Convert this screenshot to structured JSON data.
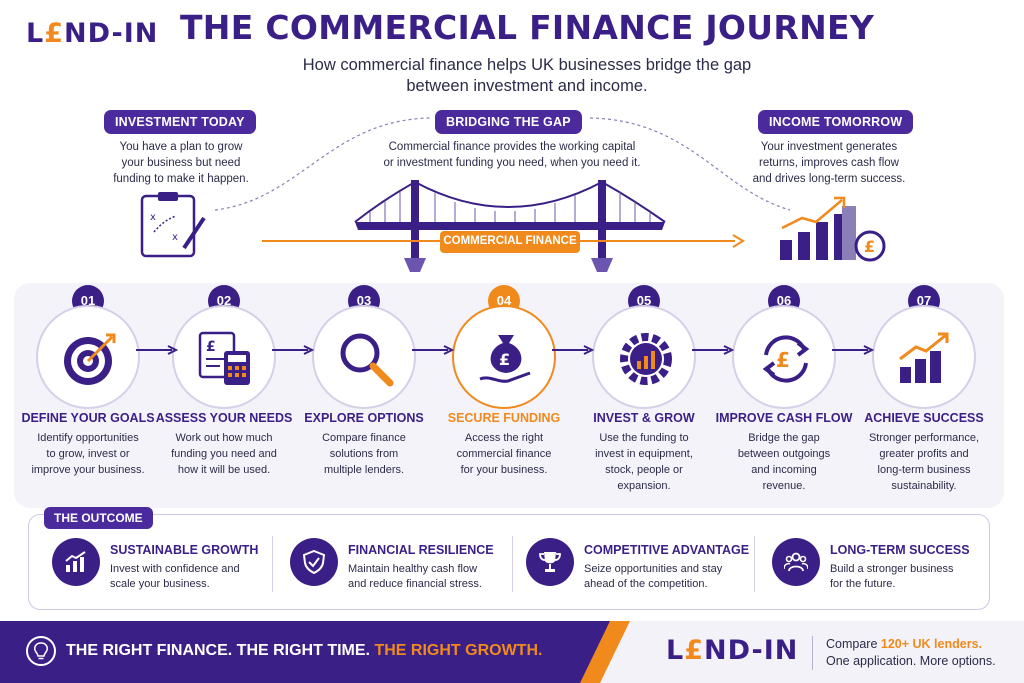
{
  "brand": {
    "logo_pre": "L",
    "logo_pound": "£",
    "logo_post": "ND-IN",
    "primary_color": "#3a1f86",
    "accent_color": "#f08a1c"
  },
  "header": {
    "title": "THE COMMERCIAL FINANCE JOURNEY",
    "subtitle_line1": "How commercial finance helps UK businesses bridge the gap",
    "subtitle_line2": "between investment and income."
  },
  "columns": {
    "left": {
      "label": "INVESTMENT TODAY",
      "lines": [
        "You have a plan to grow",
        "your business but need",
        "funding to make it happen."
      ],
      "icon": "clipboard-plan-icon"
    },
    "center": {
      "label": "BRIDGING THE GAP",
      "lines": [
        "Commercial finance provides the working capital",
        "or investment funding you need, when you need it."
      ],
      "bridge_label": "COMMERCIAL FINANCE",
      "icon": "bridge-icon"
    },
    "right": {
      "label": "INCOME TOMORROW",
      "lines": [
        "Your investment generates",
        "returns, improves cash flow",
        "and drives long-term success."
      ],
      "icon": "growth-chart-pound-icon"
    }
  },
  "steps": [
    {
      "num": "01",
      "title": "DEFINE YOUR GOALS",
      "desc": [
        "Identify opportunities",
        "to grow, invest or",
        "improve your business."
      ],
      "icon": "target-icon"
    },
    {
      "num": "02",
      "title": "ASSESS YOUR NEEDS",
      "desc": [
        "Work out how much",
        "funding you need and",
        "how it will be used."
      ],
      "icon": "calculator-document-icon"
    },
    {
      "num": "03",
      "title": "EXPLORE OPTIONS",
      "desc": [
        "Compare finance",
        "solutions from",
        "multiple lenders."
      ],
      "icon": "magnifier-icon"
    },
    {
      "num": "04",
      "title": "SECURE FUNDING",
      "desc": [
        "Access the right",
        "commercial finance",
        "for your business."
      ],
      "icon": "money-bag-hand-icon"
    },
    {
      "num": "05",
      "title": "INVEST & GROW",
      "desc": [
        "Use the funding to",
        "invest in equipment,",
        "stock, people or",
        "expansion."
      ],
      "icon": "gear-chart-icon"
    },
    {
      "num": "06",
      "title": "IMPROVE CASH FLOW",
      "desc": [
        "Bridge the gap",
        "between outgoings",
        "and incoming",
        "revenue."
      ],
      "icon": "pound-cycle-icon"
    },
    {
      "num": "07",
      "title": "ACHIEVE SUCCESS",
      "desc": [
        "Stronger performance,",
        "greater profits and",
        "long-term business",
        "sustainability."
      ],
      "icon": "growth-bars-icon"
    }
  ],
  "outcome": {
    "label": "THE OUTCOME",
    "items": [
      {
        "title": "SUSTAINABLE GROWTH",
        "desc": [
          "Invest with confidence and",
          "scale your business."
        ],
        "icon": "growth-chart-icon"
      },
      {
        "title": "FINANCIAL RESILIENCE",
        "desc": [
          "Maintain healthy cash flow",
          "and reduce financial stress."
        ],
        "icon": "shield-check-icon"
      },
      {
        "title": "COMPETITIVE ADVANTAGE",
        "desc": [
          "Seize opportunities and stay",
          "ahead of the competition."
        ],
        "icon": "trophy-icon"
      },
      {
        "title": "LONG-TERM SUCCESS",
        "desc": [
          "Build a stronger business",
          "for the future."
        ],
        "icon": "people-group-icon"
      }
    ]
  },
  "footer": {
    "tag_main": "THE RIGHT FINANCE. THE RIGHT TIME.",
    "tag_accent": "THE RIGHT GROWTH.",
    "cta_pre": "Compare",
    "cta_accent": "120+ UK lenders.",
    "cta_line2": "One application. More options.",
    "icon": "lightbulb-icon"
  }
}
